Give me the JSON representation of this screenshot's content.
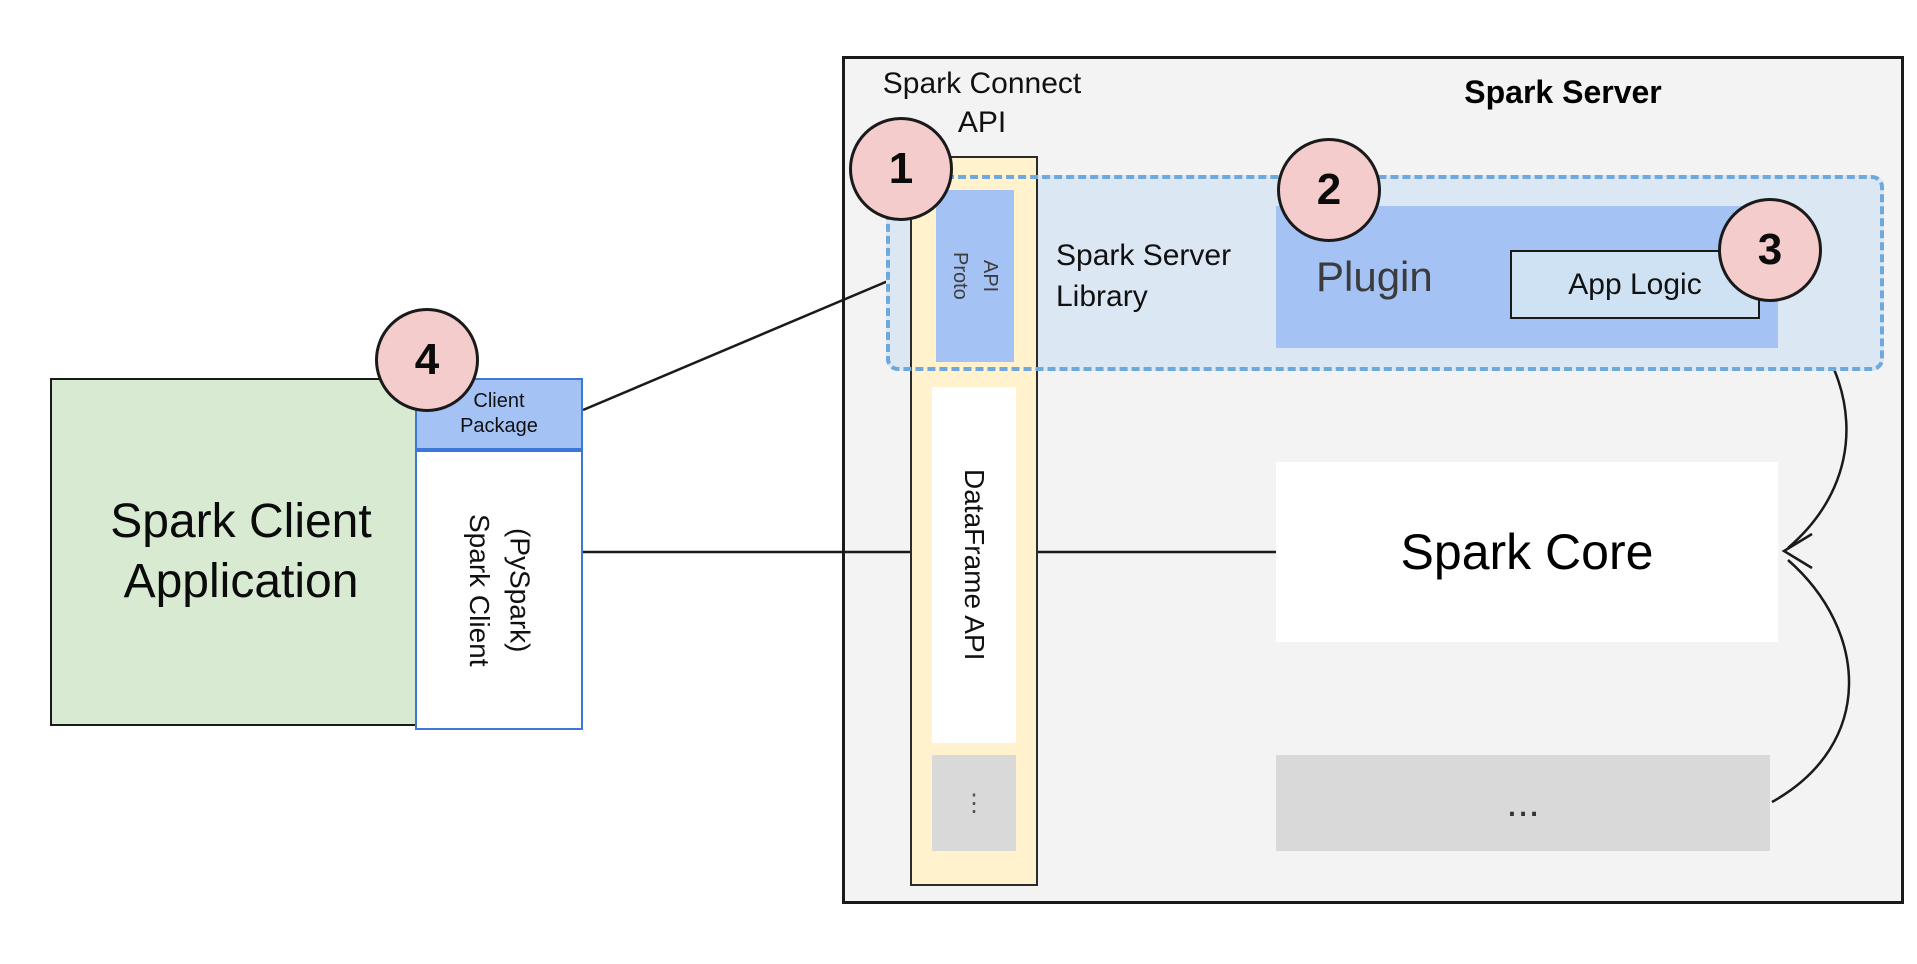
{
  "colors": {
    "client_green": "#d9ead3",
    "accent_blue": "#a4c2f4",
    "light_blue": "#cfe2f3",
    "dashed_fill": "#dce7f4",
    "dashed_border": "#6fa8dc",
    "panel_gray": "#f3f3f3",
    "box_gray": "#d9d9d9",
    "column_yellow": "#fff2cc",
    "badge_pink": "#f4cccc"
  },
  "client": {
    "app_lines": [
      "Spark Client",
      "Application"
    ],
    "package_lines": [
      "Client",
      "Package"
    ],
    "client_lines": [
      "Spark Client",
      "(PySpark)"
    ]
  },
  "server": {
    "title": "Spark Server",
    "connect_api_lines": [
      "Spark Connect",
      "API"
    ],
    "proto_api_lines": [
      "Proto",
      "API"
    ],
    "dataframe_api": "DataFrame API",
    "column_more": "⋮",
    "library_lines": [
      "Spark Server",
      "Library"
    ],
    "plugin": "Plugin",
    "app_logic": "App Logic",
    "spark_core": "Spark Core",
    "more": "..."
  },
  "badges": {
    "one": "1",
    "two": "2",
    "three": "3",
    "four": "4"
  }
}
